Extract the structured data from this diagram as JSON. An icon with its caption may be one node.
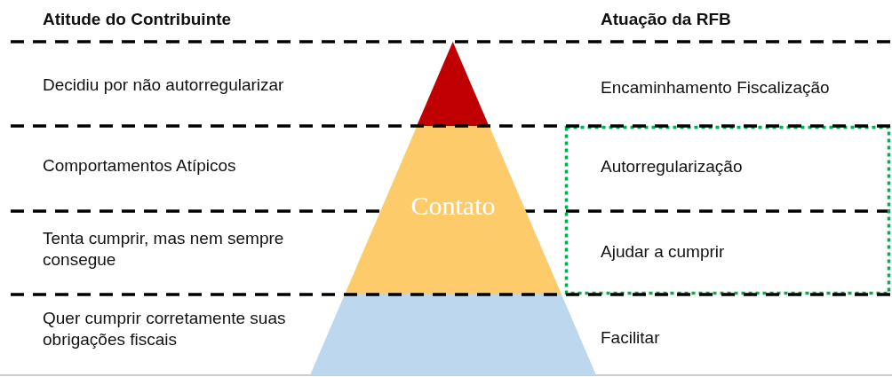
{
  "diagram": {
    "nodes": [
      {
        "text": [],
        "shape": "triangle"
      },
      {
        "text": [
          "Contato"
        ]
      },
      {
        "text": [],
        "shape": "trapezoid"
      },
      {
        "text": [
          "Autorregularização",
          "Ajudar a cumprir"
        ]
      }
    ],
    "labels": [
      "Atitude do Contribuinte",
      "Atuação da RFB",
      "Decidiu por não autorregularizar",
      "Encaminhamento Fiscalização",
      "Comportamentos Atípicos",
      "Tenta cumprir, mas nem sempre consegue",
      "Quer cumprir corretamente suas obrigações fiscais",
      "Facilitar"
    ]
  }
}
